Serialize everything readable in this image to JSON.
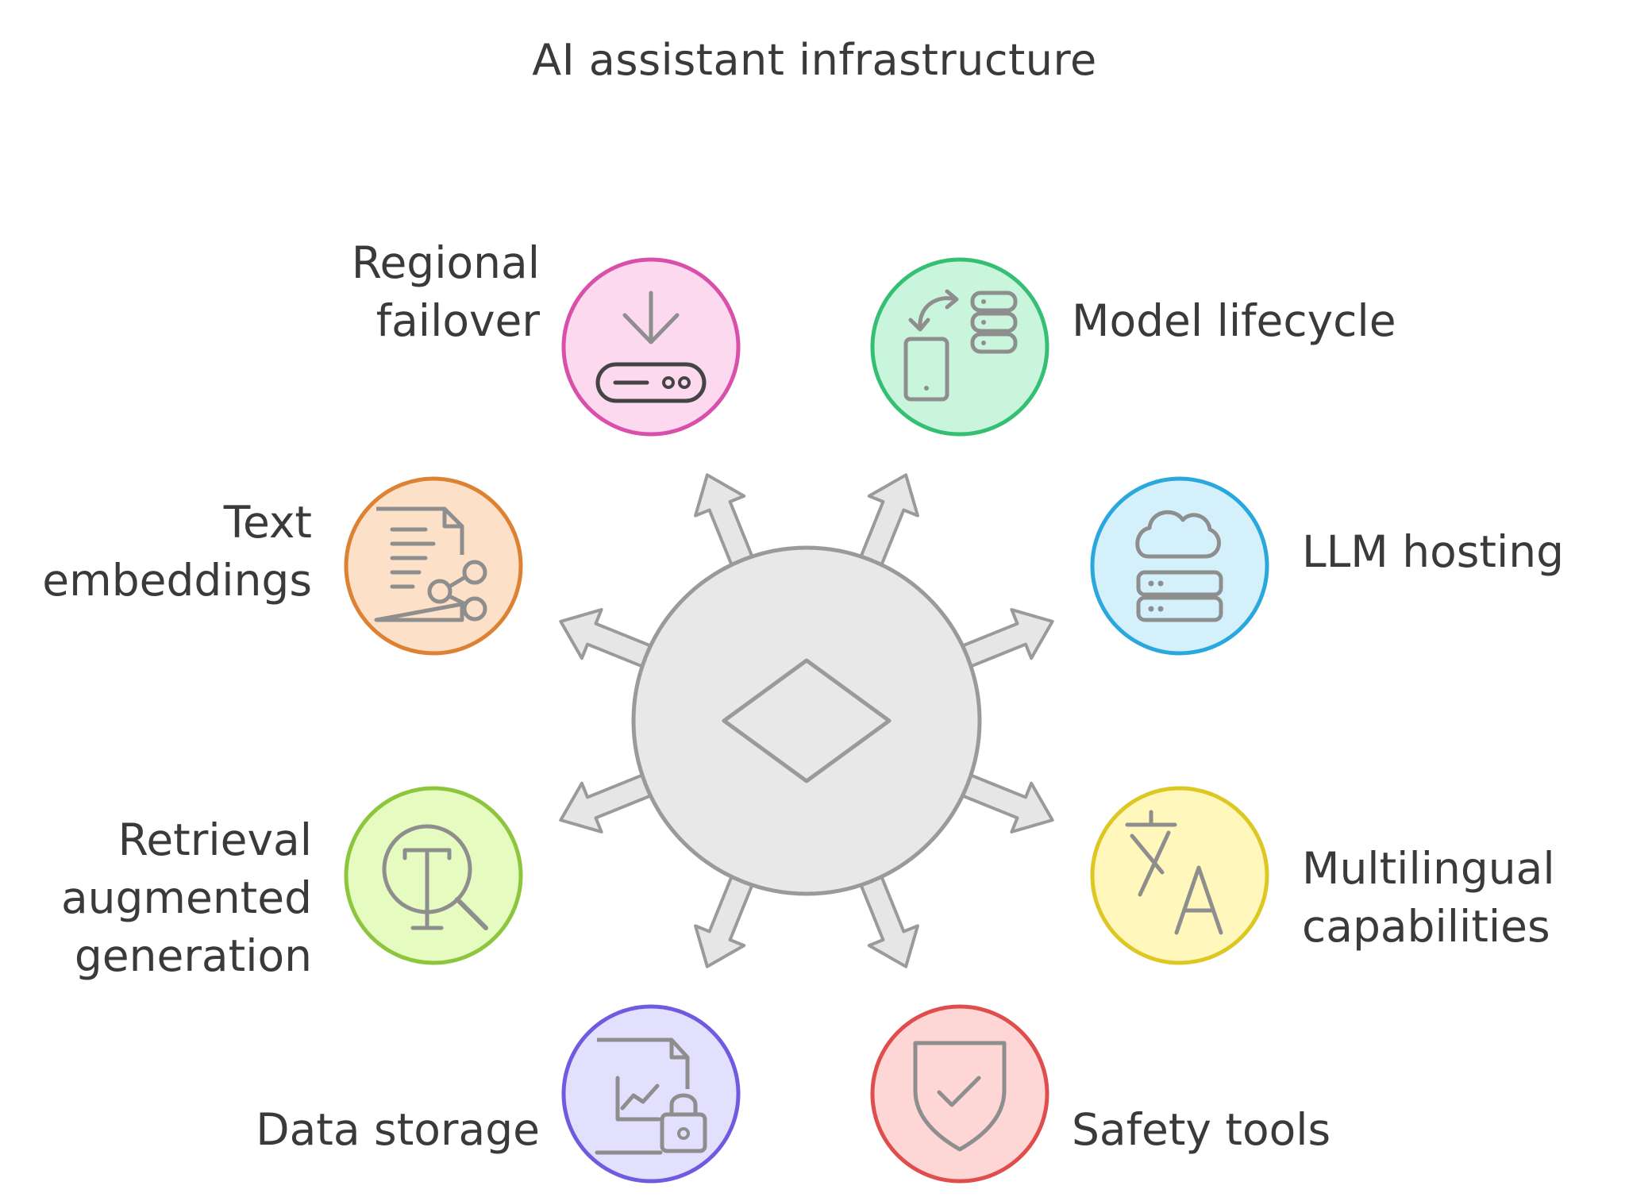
{
  "title": "AI assistant infrastructure",
  "hub": {
    "icon": "diamond-icon",
    "fill": "#e8e8e8",
    "stroke": "#9a9a9a"
  },
  "nodes": [
    {
      "id": "regional-failover",
      "lines": [
        "Regional",
        "failover"
      ],
      "icon": "download-router-icon",
      "fill": "#fcd9ef",
      "stroke": "#d94faa"
    },
    {
      "id": "model-lifecycle",
      "lines": [
        "Model lifecycle"
      ],
      "icon": "device-sync-server-icon",
      "fill": "#c8f5dc",
      "stroke": "#35bf73"
    },
    {
      "id": "text-embeddings",
      "lines": [
        "Text",
        "embeddings"
      ],
      "icon": "document-share-icon",
      "fill": "#fde0c8",
      "stroke": "#dd8132"
    },
    {
      "id": "llm-hosting",
      "lines": [
        "LLM hosting"
      ],
      "icon": "cloud-server-icon",
      "fill": "#d4f1fb",
      "stroke": "#2aa7dc"
    },
    {
      "id": "retrieval-augmented-generation",
      "lines": [
        "Retrieval",
        "augmented",
        "generation"
      ],
      "icon": "text-search-icon",
      "fill": "#e6fbbf",
      "stroke": "#8cc63c"
    },
    {
      "id": "multilingual-capabilities",
      "lines": [
        "Multilingual",
        "capabilities"
      ],
      "icon": "translate-icon",
      "fill": "#fff7bb",
      "stroke": "#ddc722"
    },
    {
      "id": "data-storage",
      "lines": [
        "Data storage"
      ],
      "icon": "locked-chart-document-icon",
      "fill": "#e2e0fd",
      "stroke": "#6f5be0"
    },
    {
      "id": "safety-tools",
      "lines": [
        "Safety tools"
      ],
      "icon": "shield-check-icon",
      "fill": "#ffd6d6",
      "stroke": "#df4d4d"
    }
  ]
}
